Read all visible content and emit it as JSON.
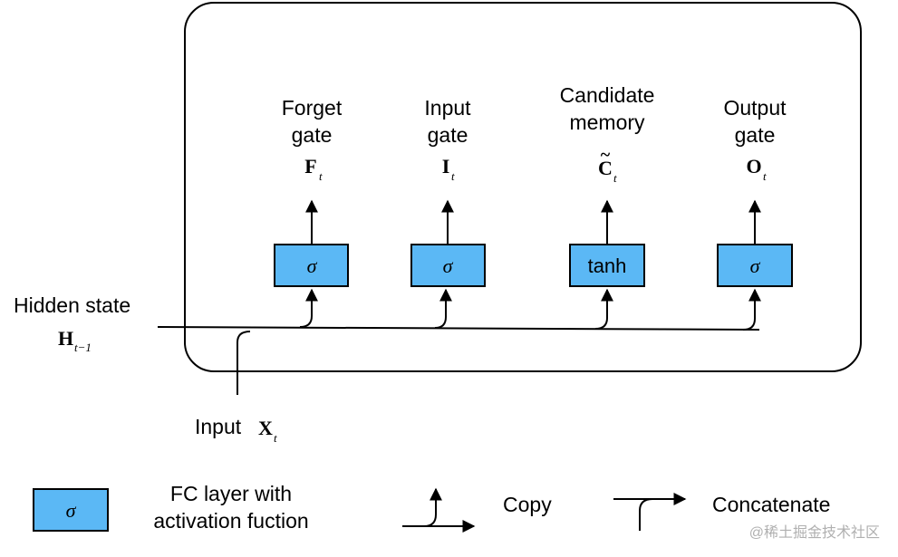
{
  "gates": [
    {
      "title_line1": "Forget",
      "title_line2": "gate",
      "symbol": "F",
      "subscript": "t",
      "fc_label": "σ"
    },
    {
      "title_line1": "Input",
      "title_line2": "gate",
      "symbol": "I",
      "subscript": "t",
      "fc_label": "σ"
    },
    {
      "title_line1": "Candidate",
      "title_line2": "memory",
      "symbol": "C",
      "tilde": "~",
      "subscript": "t",
      "fc_label": "tanh"
    },
    {
      "title_line1": "Output",
      "title_line2": "gate",
      "symbol": "O",
      "subscript": "t",
      "fc_label": "σ"
    }
  ],
  "hidden_state": {
    "label": "Hidden state",
    "symbol": "H",
    "subscript": "t−1"
  },
  "input": {
    "label": "Input",
    "symbol": "X",
    "subscript": "t"
  },
  "legend": {
    "fc_symbol": "σ",
    "fc_line1": "FC layer with",
    "fc_line2": "activation fuction",
    "copy_label": "Copy",
    "concat_label": "Concatenate"
  },
  "watermark": "@稀土掘金技术社区",
  "colors": {
    "fc_fill": "#5bb8f5",
    "stroke": "#000000",
    "watermark": "#b0b0b0"
  }
}
